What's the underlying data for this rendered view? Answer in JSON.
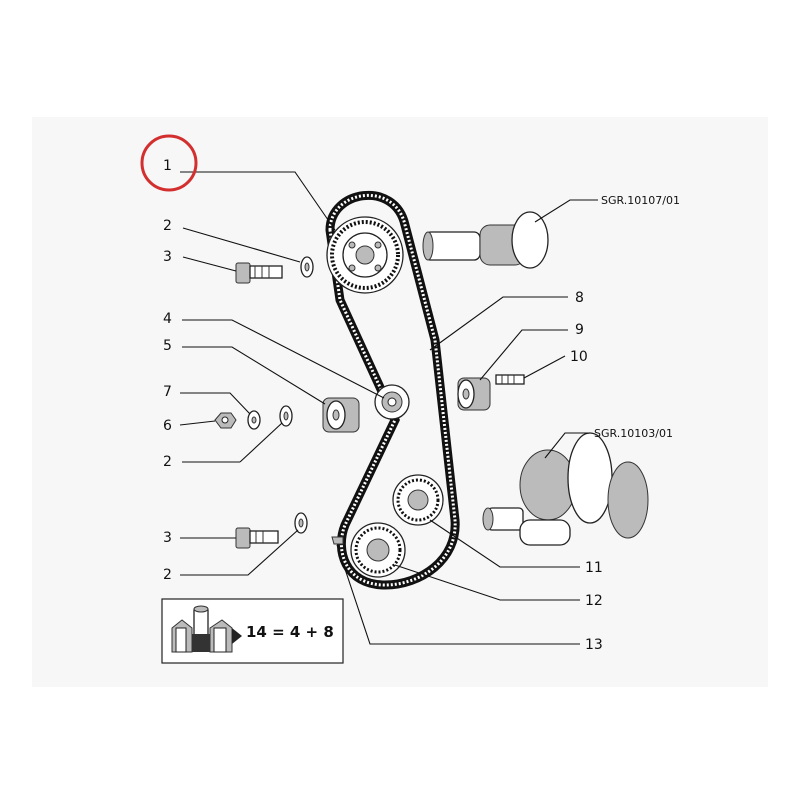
{
  "callouts": {
    "c1": "1",
    "c2a": "2",
    "c3a": "3",
    "c4": "4",
    "c5": "5",
    "c7": "7",
    "c6": "6",
    "c2b": "2",
    "c3b": "3",
    "c2c": "2",
    "c8": "8",
    "c9": "9",
    "c10": "10",
    "c11": "11",
    "c12": "12",
    "c13": "13"
  },
  "references": {
    "camshaft": "SGR.10107/01",
    "crankshaft": "SGR.10103/01"
  },
  "kit_box": {
    "formula": "14 = 4 + 8"
  },
  "highlight": {
    "color": "#d32f2f",
    "target": "1"
  }
}
